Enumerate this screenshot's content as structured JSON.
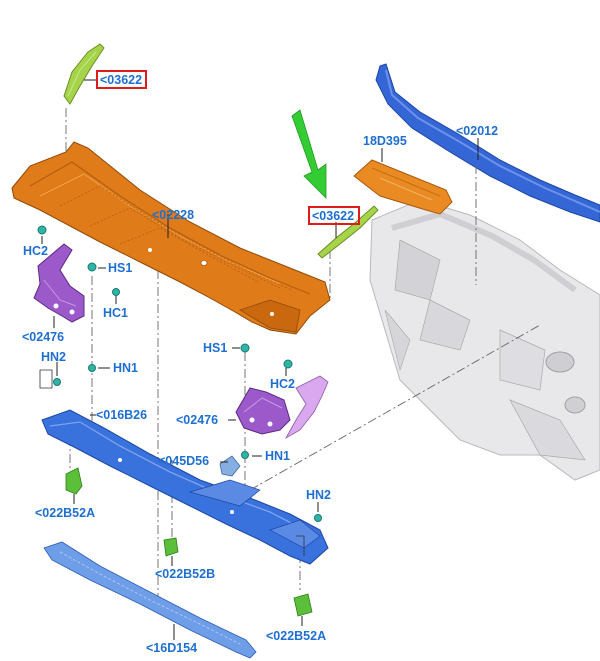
{
  "labels": {
    "p03622_top": "<03622",
    "p03622_mid": "<03622",
    "p18D395": "18D395",
    "p02012": "<02012",
    "p02228": "<02228",
    "hc2_left": "HC2",
    "hs1_left": "HS1",
    "hc1": "HC1",
    "p02476_left": "<02476",
    "hn2_left": "HN2",
    "hn1_left": "HN1",
    "p016B26": "<016B26",
    "p022B52A_left": "<022B52A",
    "hs1_right": "HS1",
    "hc2_right": "HC2",
    "p02476_right": "<02476",
    "p045D56": "<045D56",
    "hn1_right": "HN1",
    "hn2_right": "HN2",
    "p022B52B": "<022B52B",
    "p022B52A_right": "<022B52A",
    "p16D154": "<16D154"
  },
  "colors": {
    "label": "#1f6fd1",
    "highlight": "#e01b1b",
    "arrow": "#33cc33",
    "cowl": "#e07b1a",
    "bracket": "#9b59c9",
    "bracket_light": "#d9a8ee",
    "crossmember": "#3a72dd",
    "strip": "#6f9ee8",
    "seal_green": "#a5d34a",
    "clip_green": "#5bbf3a",
    "dash": "#c9c9c9",
    "top_panel": "#3466d6"
  }
}
